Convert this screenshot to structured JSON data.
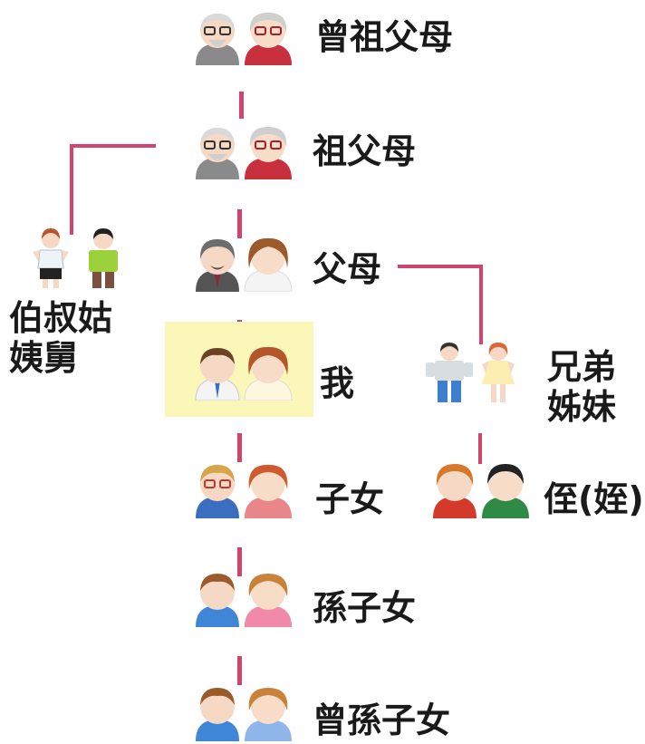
{
  "generations": [
    {
      "id": "great-grandparents",
      "label": "曾祖父母"
    },
    {
      "id": "grandparents",
      "label": "祖父母"
    },
    {
      "id": "parents",
      "label": "父母"
    },
    {
      "id": "self",
      "label": "我"
    },
    {
      "id": "children",
      "label": "子女"
    },
    {
      "id": "grandchildren",
      "label": "孫子女"
    },
    {
      "id": "great-grandchildren",
      "label": "曾孫子女"
    }
  ],
  "side": {
    "uncles_aunts": "伯叔姑\n姨舅",
    "siblings": "兄弟\n姊妹",
    "nephews": "侄(姪)"
  },
  "colors": {
    "connector": "#d2446f",
    "highlight": "#fbf7b8"
  }
}
